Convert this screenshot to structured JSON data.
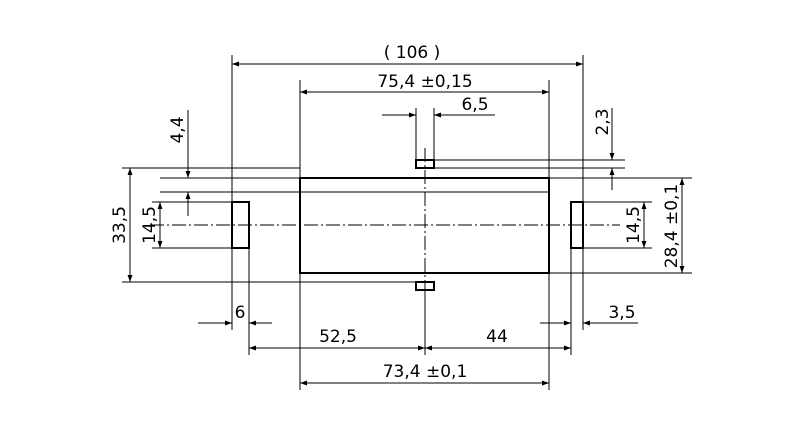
{
  "dimensions": {
    "overall_width": "( 106 )",
    "top_width": "75,4 ±0,15",
    "slot_width": "6,5",
    "top_offset": "2,3",
    "left_offset": "4,4",
    "left_height": "33,5",
    "left_inner_height": "14,5",
    "right_inner_height": "14,5",
    "right_height": "28,4 ±0,1",
    "left_tab_width": "6",
    "right_tab_width": "3,5",
    "left_half": "52,5",
    "right_half": "44",
    "bottom_width": "73,4 ±0,1"
  }
}
